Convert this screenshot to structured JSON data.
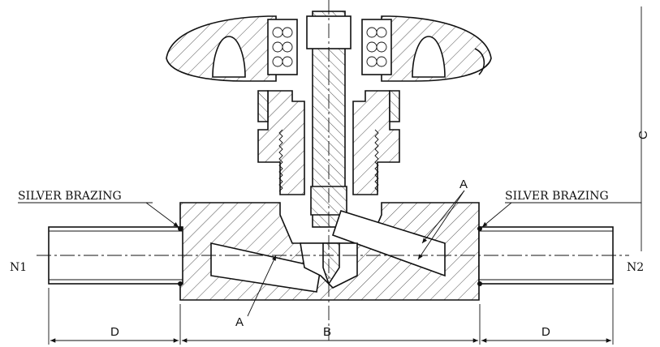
{
  "labels": {
    "silver_brazing_left": "SILVER BRAZING",
    "silver_brazing_right": "SILVER BRAZING",
    "n1": "N1",
    "n2": "N2",
    "a_top": "A",
    "a_bottom": "A",
    "dim_d_left": "D",
    "dim_b": "B",
    "dim_d_right": "D",
    "dim_c": "C"
  }
}
